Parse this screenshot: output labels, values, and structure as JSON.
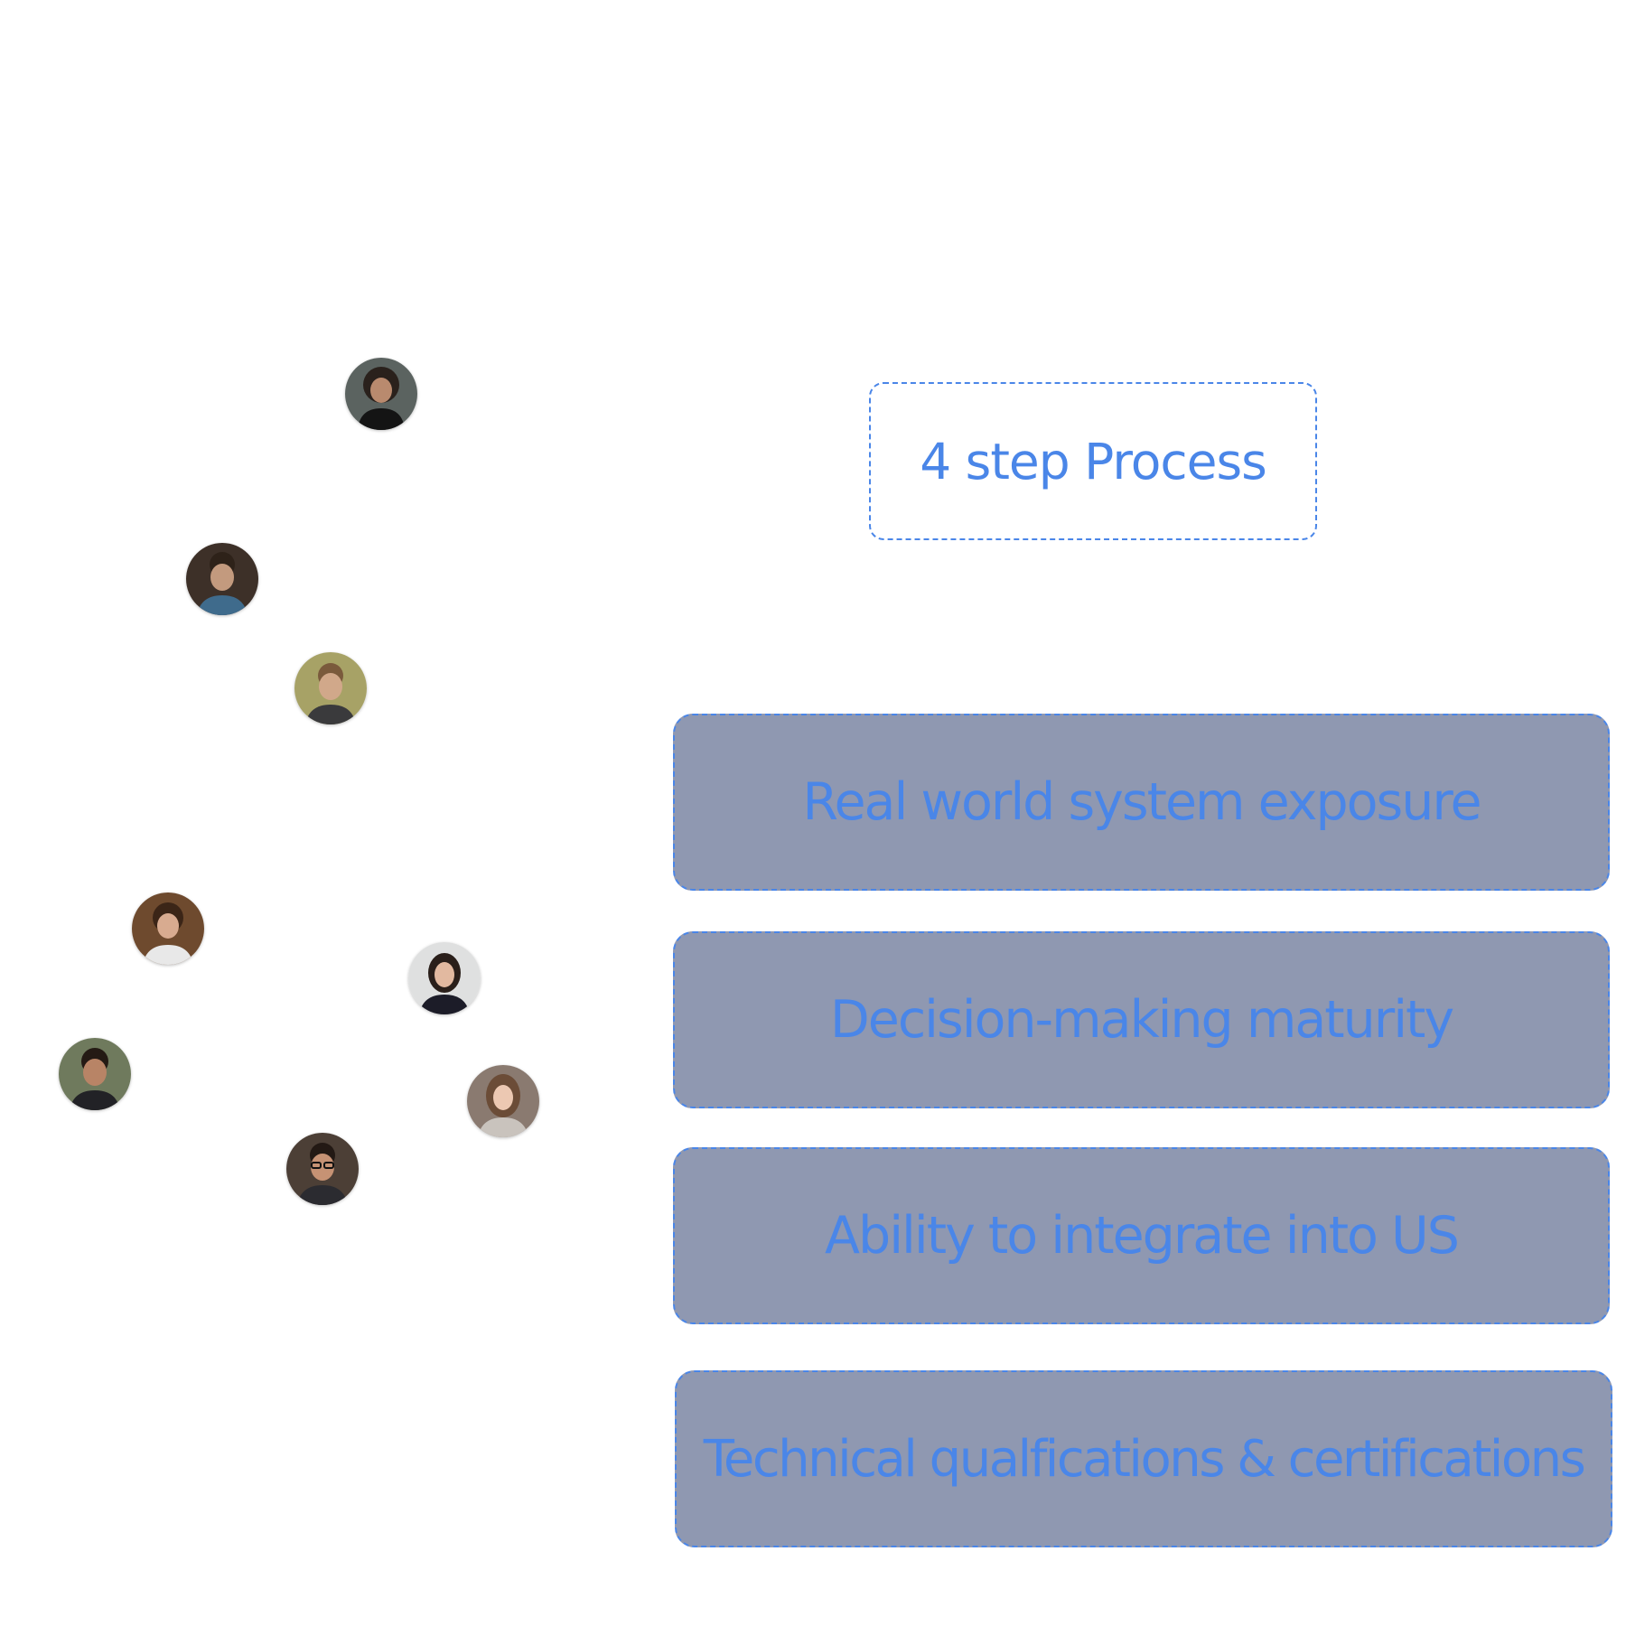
{
  "title": "4 step Process",
  "steps": [
    {
      "label": "Real world system exposure"
    },
    {
      "label": "Decision-making maturity"
    },
    {
      "label": "Ability to integrate into US"
    },
    {
      "label": "Technical qualfications & certifications"
    }
  ],
  "avatars": [
    {
      "icon": "person-photo"
    },
    {
      "icon": "person-photo"
    },
    {
      "icon": "person-photo"
    },
    {
      "icon": "person-photo"
    },
    {
      "icon": "person-photo"
    },
    {
      "icon": "person-photo"
    },
    {
      "icon": "person-photo"
    },
    {
      "icon": "person-photo"
    }
  ],
  "colors": {
    "accent": "#4a86e8",
    "step_fill": "#8f98b1",
    "background": "#ffffff"
  }
}
